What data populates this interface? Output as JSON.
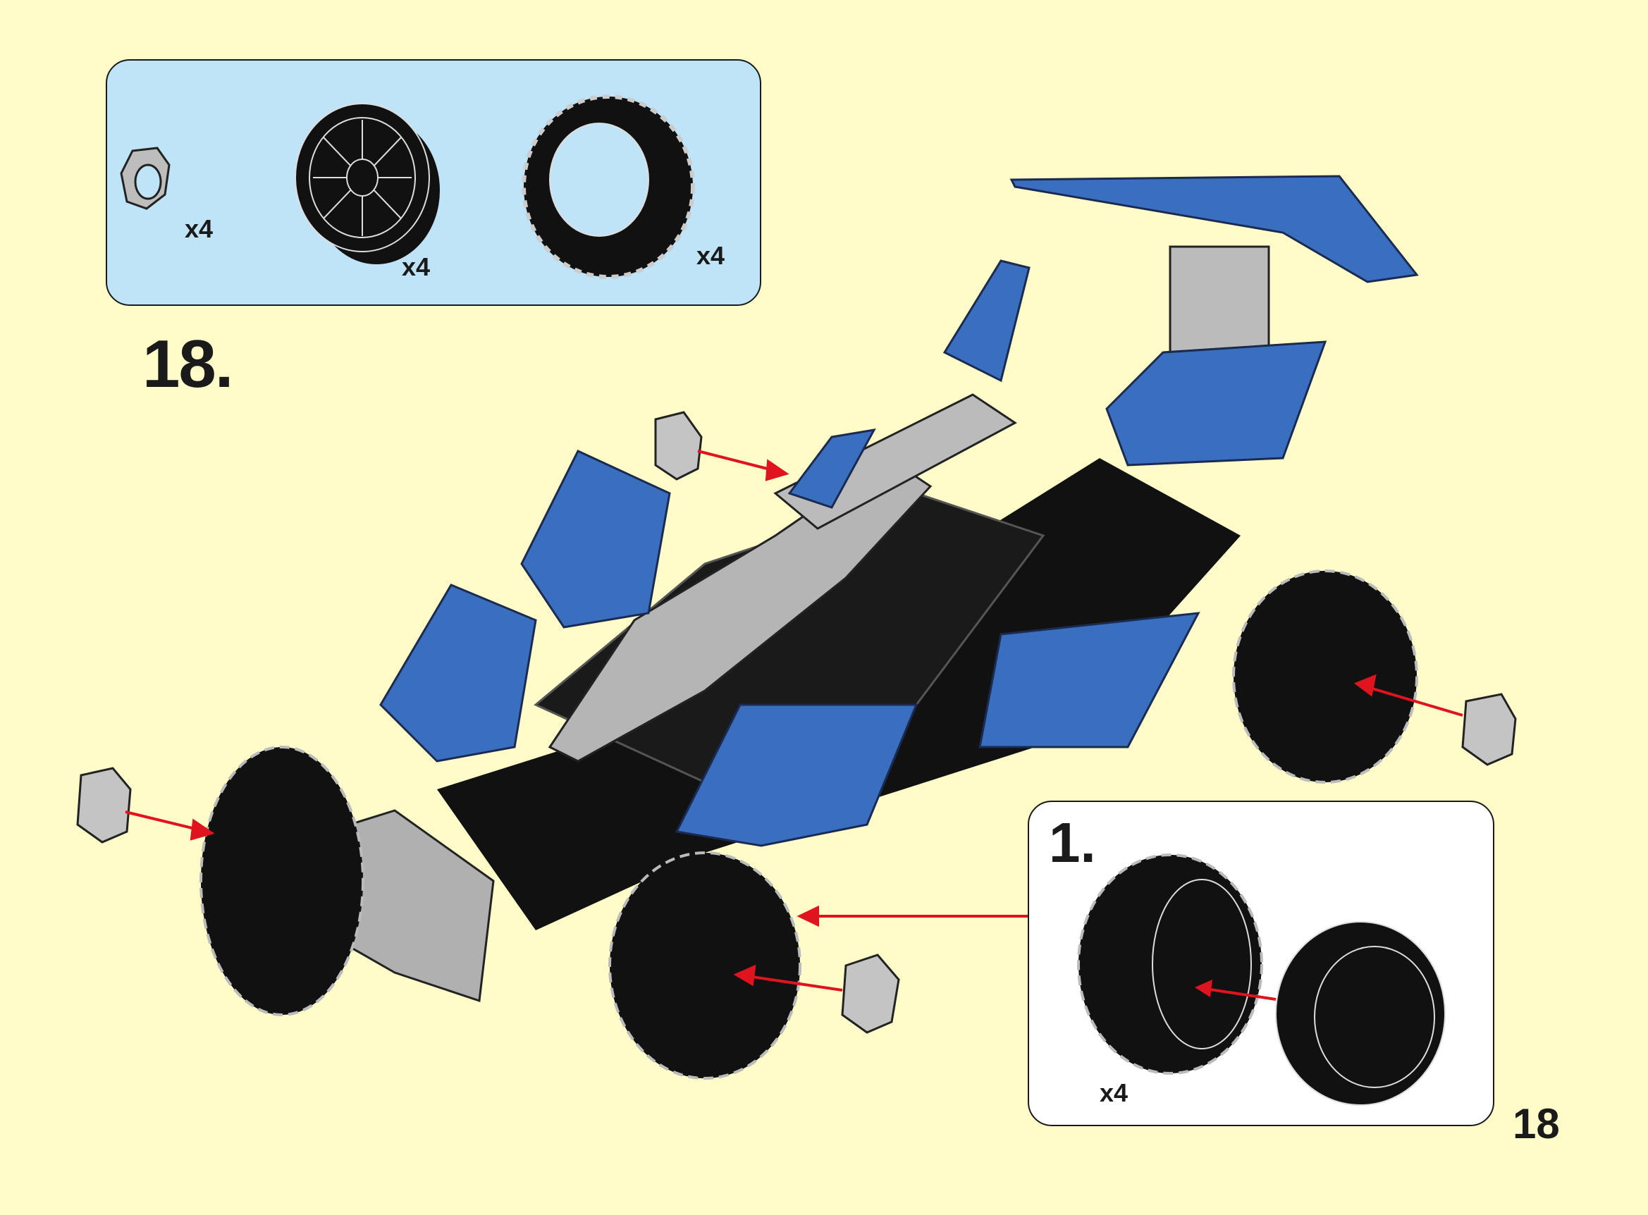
{
  "step": {
    "number": "18."
  },
  "parts_list": [
    {
      "part": "hex-nut",
      "quantity": "x4"
    },
    {
      "part": "wheel-rim",
      "quantity": "x4"
    },
    {
      "part": "tire",
      "quantity": "x4"
    }
  ],
  "sub_step": {
    "number": "1.",
    "quantity": "x4"
  },
  "page_number": "18",
  "colors": {
    "background": "#fffcc9",
    "parts_box": "#bfe4f8",
    "arrow": "#e0141e",
    "body_blue": "#3a6fc0",
    "grey": "#b8b8b8"
  }
}
